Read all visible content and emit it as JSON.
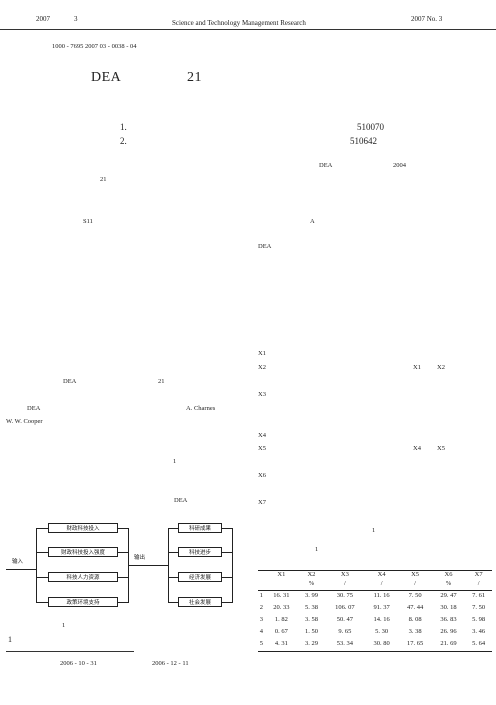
{
  "header": {
    "left_year": "2007",
    "left_issue": "3",
    "journal": "Science and Technology Management Research",
    "right": "2007 No. 3"
  },
  "article_no": "1000 - 7695    2007    03 - 0038 - 04",
  "title": {
    "part1": "DEA",
    "part2": "21"
  },
  "affiliations": [
    {
      "num": "1.",
      "code": "510070"
    },
    {
      "num": "2.",
      "code": "510642"
    }
  ],
  "abstract": {
    "dea": "DEA",
    "year": "2004",
    "num21": "21",
    "class_code": "S11",
    "doc_code": "A",
    "dea2": "DEA"
  },
  "left_col": {
    "dea_line": {
      "a": "DEA",
      "b": "21"
    },
    "charnes_line": {
      "a": "DEA",
      "b": "A. Charnes"
    },
    "cooper": "W. W. Cooper",
    "fig_ref": "1",
    "dea_ref": "DEA",
    "caption_num": "1",
    "caption_title": "1"
  },
  "diagram": {
    "input_label": "输入",
    "output_label": "输出",
    "inputs": [
      "财政科技投入",
      "财政科技投入强度",
      "科技人力资源",
      "政策环境支持"
    ],
    "outputs": [
      "科研成果",
      "科技进步",
      "经济发展",
      "社会发展"
    ]
  },
  "right_col": {
    "vars": [
      {
        "name": "X1",
        "refs": []
      },
      {
        "name": "X2",
        "refs": [
          "X1",
          "X2"
        ]
      },
      {
        "name": "X3",
        "refs": []
      },
      {
        "name": "X4",
        "refs": []
      },
      {
        "name": "X5",
        "refs": [
          "X4",
          "X5"
        ]
      },
      {
        "name": "X6",
        "refs": []
      },
      {
        "name": "X7",
        "refs": []
      }
    ],
    "table_ref": "1",
    "table_caption": "1"
  },
  "table": {
    "headers": [
      "",
      "X1",
      "X2",
      "X3",
      "X4",
      "X5",
      "X6",
      "X7"
    ],
    "units": [
      "",
      "",
      "%",
      "/",
      "/",
      "/",
      "%",
      "/"
    ],
    "rows": [
      [
        "1",
        "16. 31",
        "3. 99",
        "30. 75",
        "11. 16",
        "7. 50",
        "29. 47",
        "7. 61"
      ],
      [
        "2",
        "20. 33",
        "5. 38",
        "106. 07",
        "91. 37",
        "47. 44",
        "30. 18",
        "7. 50"
      ],
      [
        "3",
        "1. 82",
        "3. 58",
        "50. 47",
        "14. 16",
        "8. 08",
        "36. 83",
        "5. 98"
      ],
      [
        "4",
        "0. 67",
        "1. 50",
        "9. 65",
        "5. 30",
        "3. 38",
        "26. 96",
        "3. 46"
      ],
      [
        "5",
        "4. 31",
        "3. 29",
        "53. 34",
        "30. 80",
        "17. 65",
        "21. 69",
        "5. 64"
      ]
    ]
  },
  "footer": {
    "received": "2006 - 10 - 31",
    "revised": "2006 - 12 - 11"
  }
}
